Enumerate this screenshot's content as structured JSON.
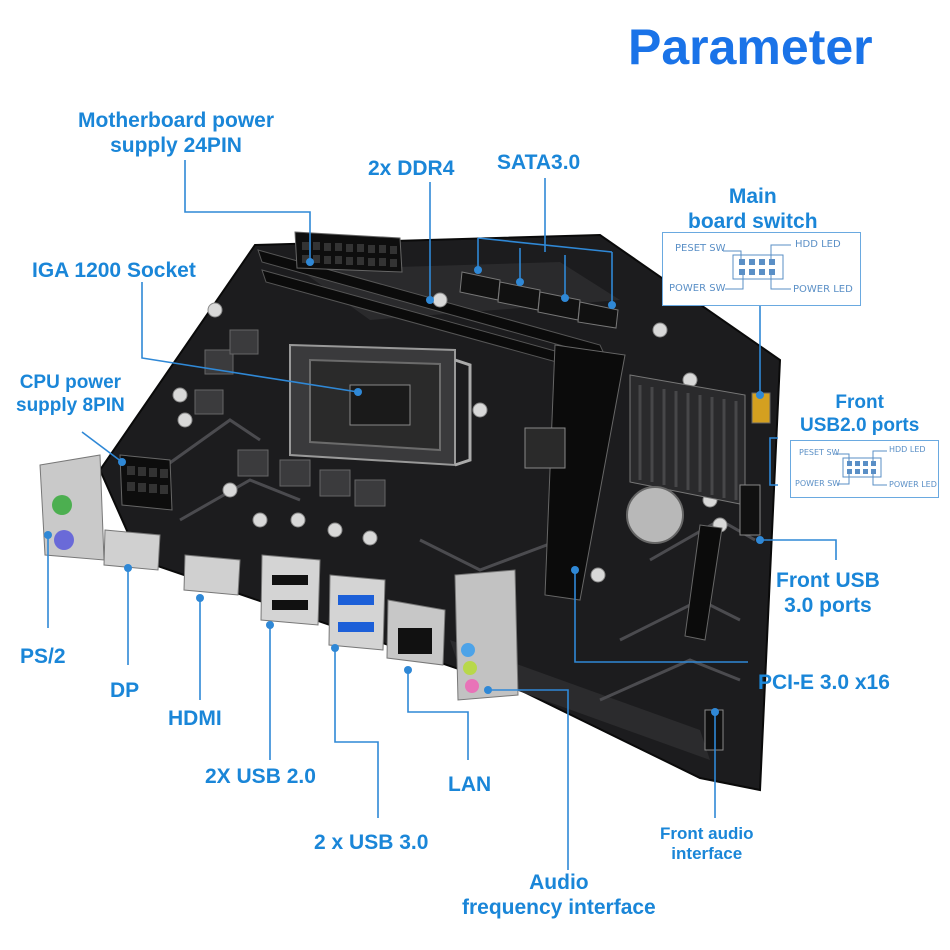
{
  "title": "Parameter",
  "labels": {
    "power24": [
      "Motherboard power",
      "supply 24PIN"
    ],
    "ddr4": "2x DDR4",
    "sata": "SATA3.0",
    "main_switch": [
      "Main",
      "board switch"
    ],
    "socket": "IGA 1200 Socket",
    "cpu_power": [
      "CPU power",
      "supply 8PIN"
    ],
    "front_usb2": [
      "Front",
      "USB2.0 ports"
    ],
    "front_usb3": [
      "Front USB",
      "3.0 ports"
    ],
    "pcie": "PCI-E 3.0 x16",
    "ps2": "PS/2",
    "dp": "DP",
    "hdmi": "HDMI",
    "usb20": "2X USB 2.0",
    "lan": "LAN",
    "usb30": "2 x USB 3.0",
    "front_audio": [
      "Front audio",
      "interface"
    ],
    "audio": [
      "Audio",
      "frequency interface"
    ]
  },
  "switch_pins": {
    "reset": "PESET SW",
    "hdd": "HDD LED",
    "power": "POWER SW",
    "power_led": "POWER LED"
  },
  "colors": {
    "label": "#1a86d8",
    "title": "#1a73e8",
    "line": "#2f88d6",
    "board": "#1c1c1e"
  }
}
